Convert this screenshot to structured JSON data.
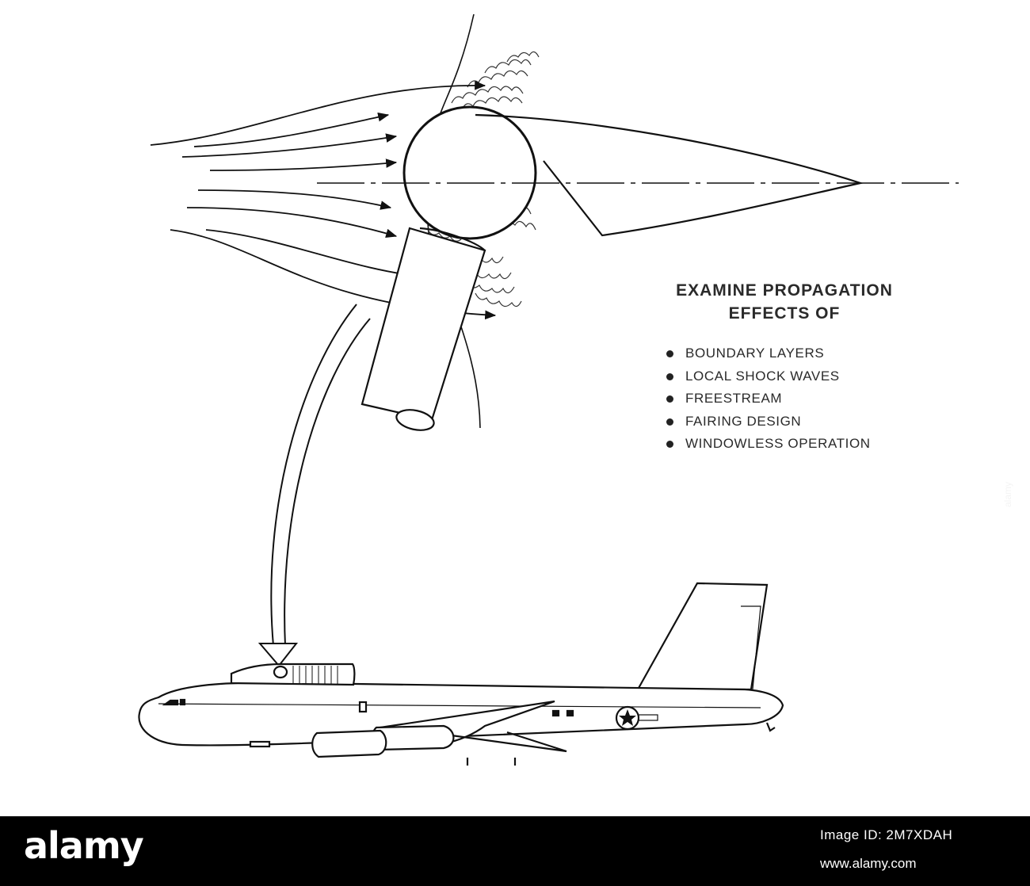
{
  "diagram": {
    "heading": [
      "EXAMINE PROPAGATION",
      "EFFECTS OF"
    ],
    "items": [
      "BOUNDARY LAYERS",
      "LOCAL SHOCK WAVES",
      "FREESTREAM",
      "FAIRING DESIGN",
      "WINDOWLESS OPERATION"
    ]
  },
  "footer": {
    "logo": "alamy",
    "image_id": "Image ID: 2M7XDAH",
    "site": "www.alamy.com"
  },
  "watermark": "alamy"
}
